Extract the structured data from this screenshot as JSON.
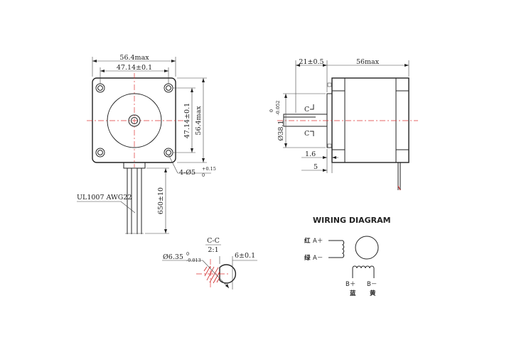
{
  "front": {
    "width_max": "56.4max",
    "hole_pitch_h": "47.14±0.1",
    "hole_pitch_v": "47.14±0.1",
    "height_max": "56.4max",
    "holes_main": "4-Ø5",
    "holes_tol_up": "+0.15",
    "holes_tol_lo": "0",
    "lead_length": "650±10",
    "cable_spec": "UL1007 AWG22"
  },
  "side": {
    "shaft_len": "21±0.5",
    "body_len": "56max",
    "pilot_main": "Ø38.1",
    "pilot_tol_up": "0",
    "pilot_tol_lo": "-0.052",
    "flange_thk": "1.6",
    "boss_len": "5",
    "section_mark_top": "C",
    "section_mark_bot": "C"
  },
  "section": {
    "title": "C-C",
    "scale": "2:1",
    "dia_main": "Ø6.35",
    "dia_tol_up": "0",
    "dia_tol_lo": "-0.013",
    "flat": "6±0.1"
  },
  "wiring": {
    "title": "WIRING DIAGRAM",
    "a_plus_color": "红",
    "a_plus_label": "A＋",
    "a_minus_color": "绿",
    "a_minus_label": "A－",
    "b_plus_label": "B＋",
    "b_minus_label": "B－",
    "b_plus_color": "蓝",
    "b_minus_color": "黄"
  }
}
